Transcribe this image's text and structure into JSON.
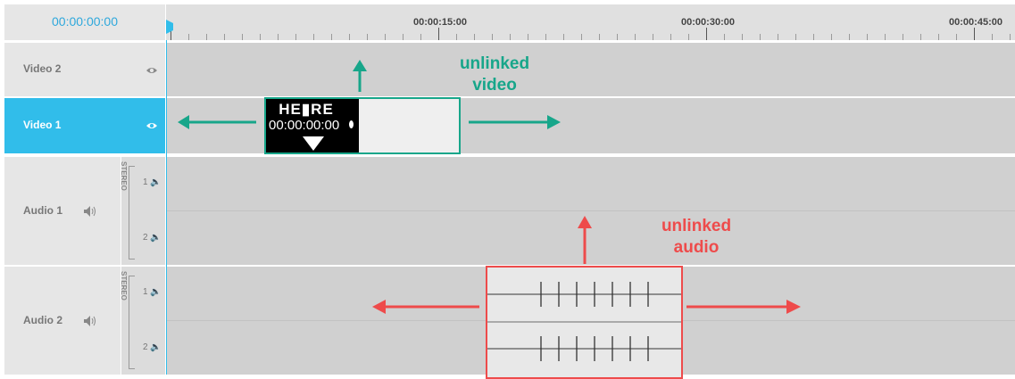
{
  "header": {
    "timecode": "00:00:00:00"
  },
  "ruler": {
    "labels": [
      "00:00:15:00",
      "00:00:30:00",
      "00:00:45:00"
    ]
  },
  "tracks": {
    "video2": {
      "label": "Video 2"
    },
    "video1": {
      "label": "Video 1"
    },
    "audio1": {
      "label": "Audio 1",
      "stereo": "STEREO",
      "ch1": "1",
      "ch2": "2"
    },
    "audio2": {
      "label": "Audio 2",
      "stereo": "STEREO",
      "ch1": "1",
      "ch2": "2"
    }
  },
  "clips": {
    "video": {
      "title_text": "HE▮RE",
      "timecode": "00:00:00:00"
    }
  },
  "annotations": {
    "video_line1": "unlinked",
    "video_line2": "video",
    "audio_line1": "unlinked",
    "audio_line2": "audio"
  },
  "colors": {
    "accent": "#31bdea",
    "video_annotation": "#17a68a",
    "audio_annotation": "#ee4b4b"
  },
  "icons": [
    "eye-icon",
    "speaker-icon",
    "playhead-icon",
    "arrow-icon"
  ]
}
